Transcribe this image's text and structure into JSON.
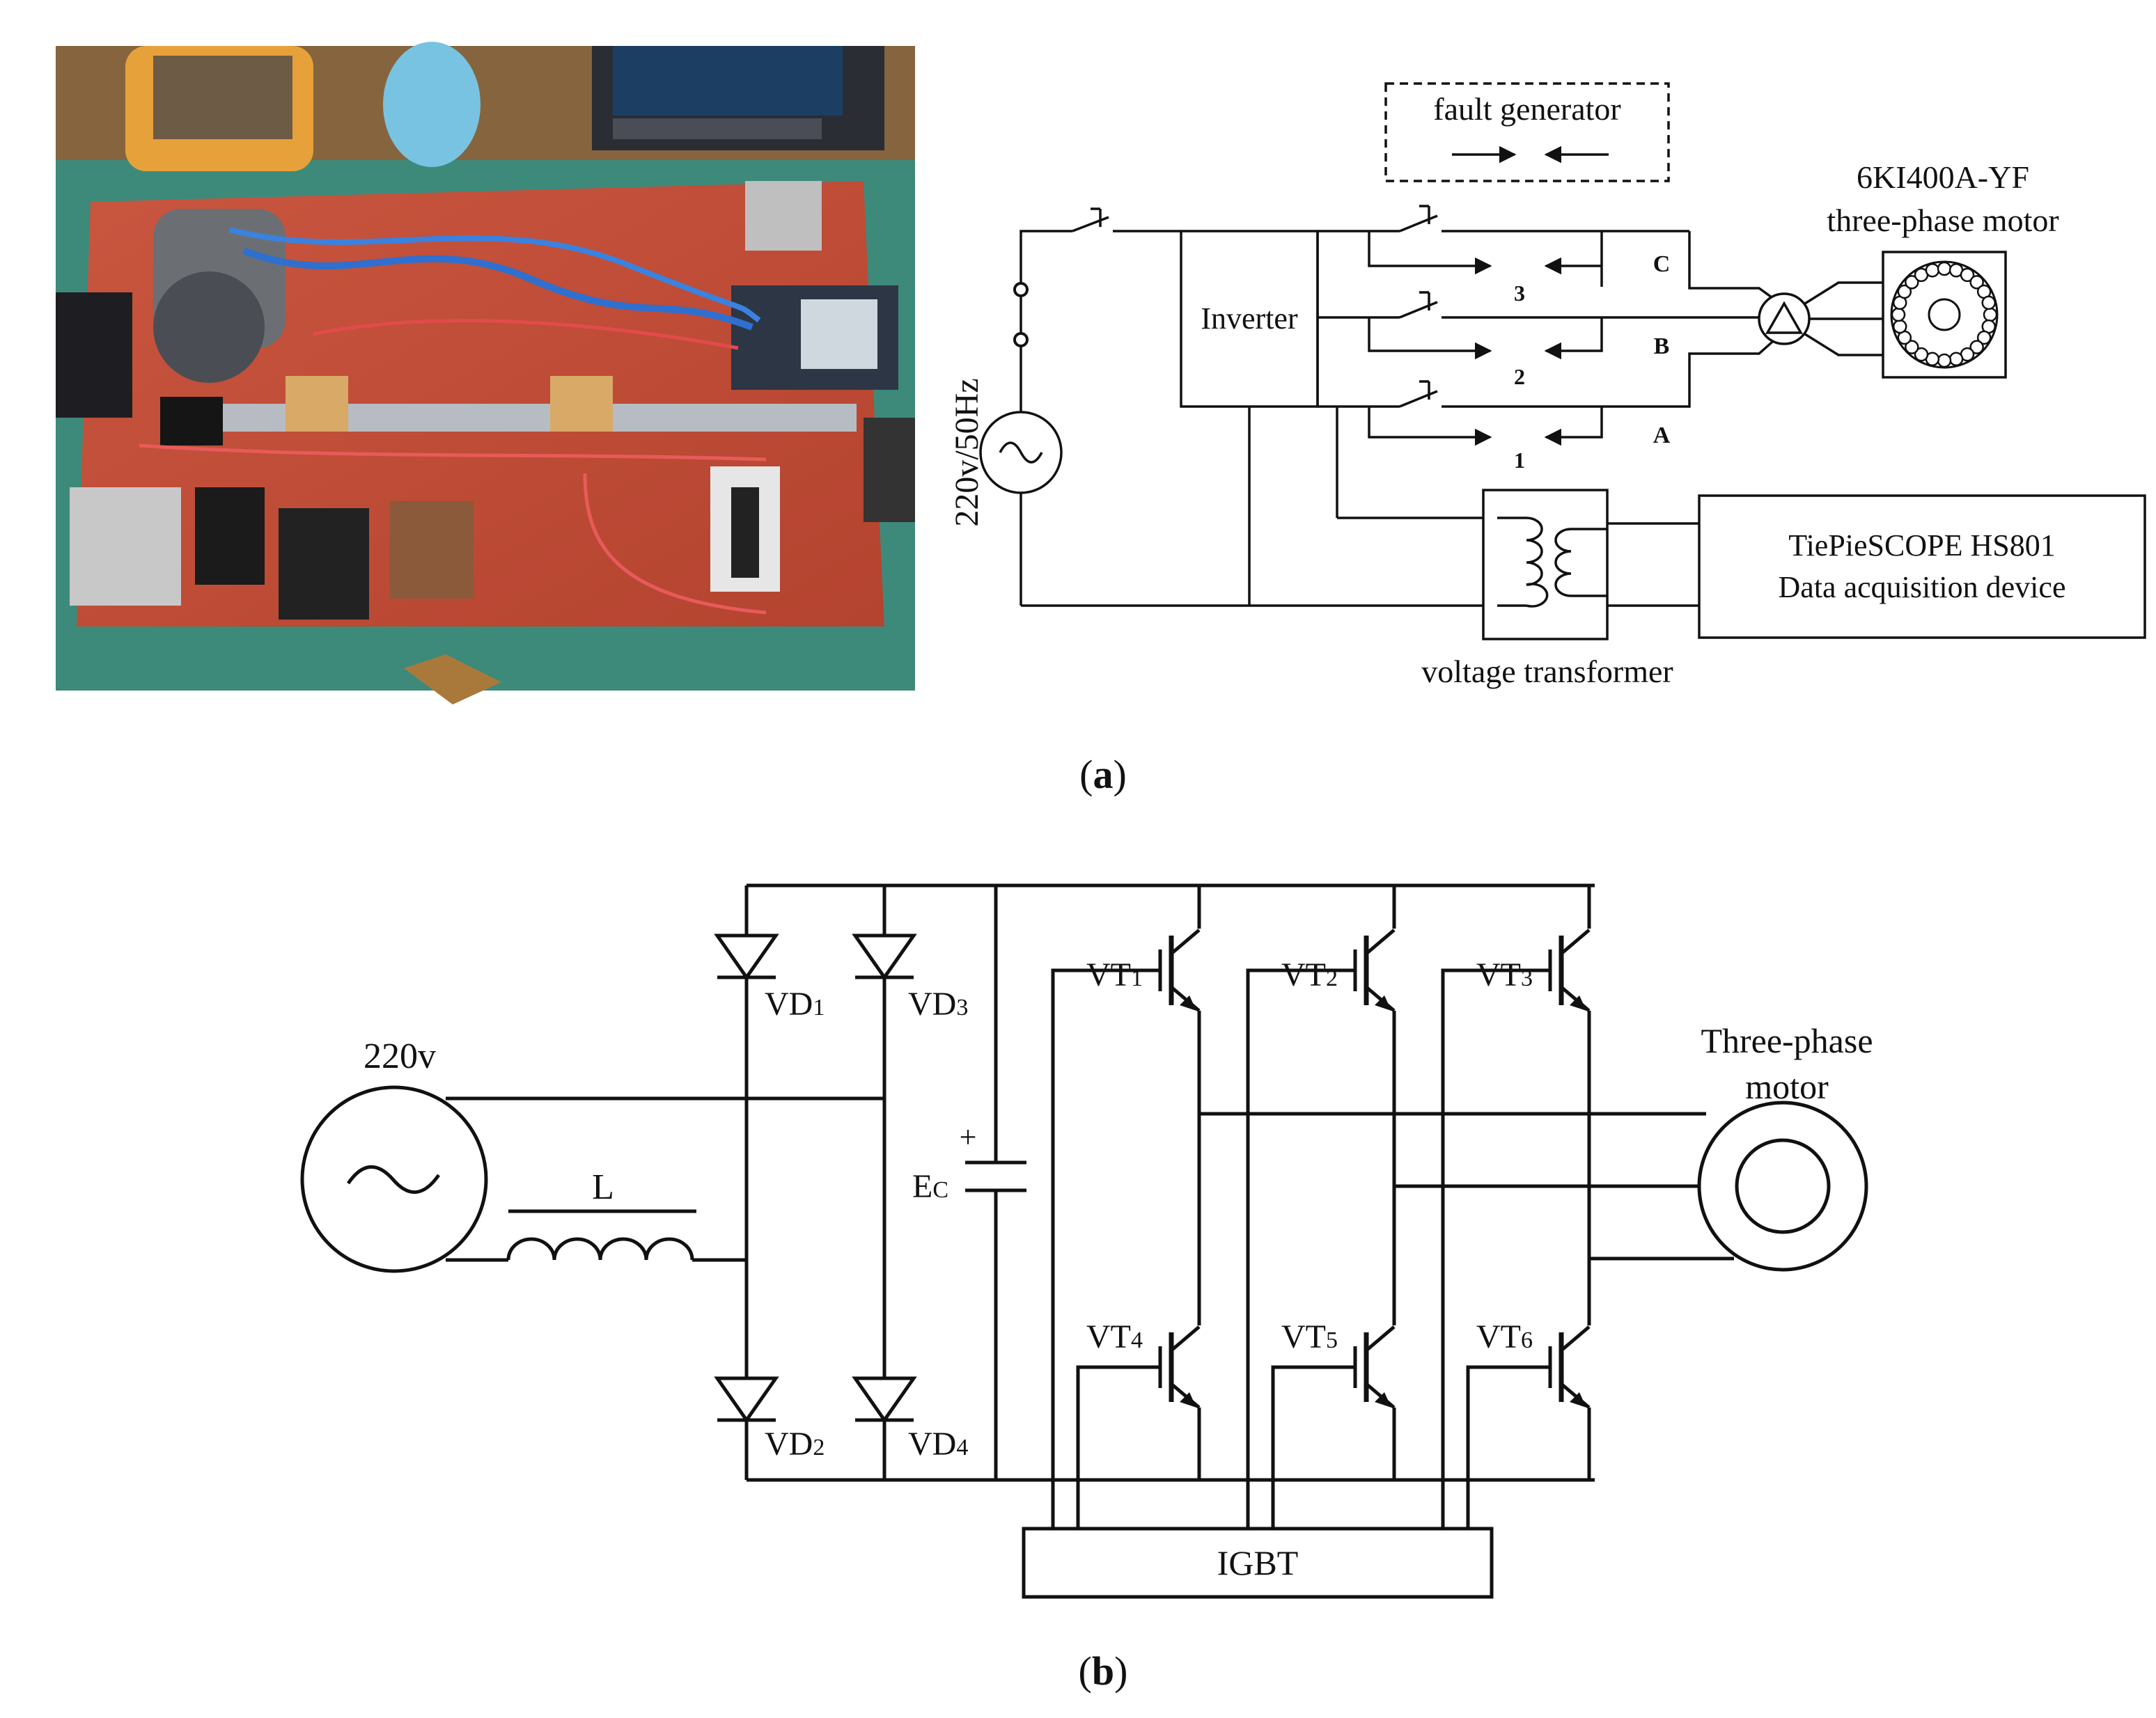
{
  "panel_a": {
    "fault_generator": "fault generator",
    "motor_model": "6KI400A-YF",
    "motor_desc": "three-phase motor",
    "inverter": "Inverter",
    "source": "220v/50Hz",
    "phase_c": "C",
    "phase_b": "B",
    "phase_a": "A",
    "fault_3": "3",
    "fault_2": "2",
    "fault_1": "1",
    "daq_line1": "TiePieSCOPE HS801",
    "daq_line2": "Data acquisition device",
    "transformer": "voltage transformer",
    "caption": "a"
  },
  "panel_b": {
    "source": "220v",
    "inductor": "L",
    "vd1": "VD",
    "vd1_sub": "1",
    "vd3": "VD",
    "vd3_sub": "3",
    "vd2": "VD",
    "vd2_sub": "2",
    "vd4": "VD",
    "vd4_sub": "4",
    "cap_plus": "+",
    "cap": "E",
    "cap_sub": "C",
    "vt1": "VT",
    "vt1_sub": "1",
    "vt2": "VT",
    "vt2_sub": "2",
    "vt3": "VT",
    "vt3_sub": "3",
    "vt4": "VT",
    "vt4_sub": "4",
    "vt5": "VT",
    "vt5_sub": "5",
    "vt6": "VT",
    "vt6_sub": "6",
    "motor_line1": "Three-phase",
    "motor_line2": "motor",
    "igbt": "IGBT",
    "caption": "b"
  }
}
